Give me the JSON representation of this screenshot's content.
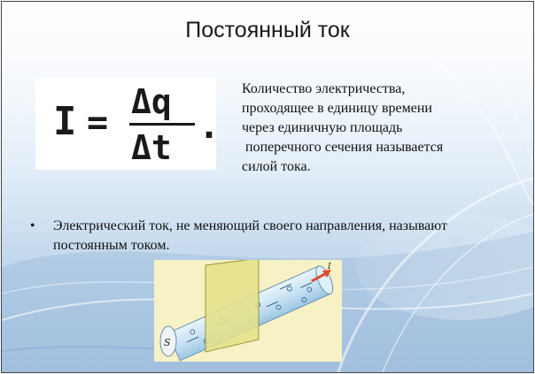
{
  "slide": {
    "title": "Постоянный ток",
    "formula": {
      "lhs": "I",
      "equals": "=",
      "numerator": "Δq",
      "denominator": "Δt",
      "trailing_dot": "."
    },
    "description_lines": [
      "Количество электричества,",
      "проходящее в единицу времени",
      "через единичную площадь",
      " поперечного сечения называется",
      "силой тока."
    ],
    "bullet": {
      "symbol": "•",
      "text": "Электрический ток, не меняющий своего направления, называют постоянным током."
    },
    "diagram": {
      "area_label": "S",
      "current_label": "I"
    }
  },
  "colors": {
    "background_top": "#ffffff",
    "background_bottom": "#a5c3e0",
    "diagram_background": "#f7f1c6",
    "cylinder": "#cfe6f5",
    "cross_section": "#e4e28a",
    "arrow": "#d94b2b"
  }
}
